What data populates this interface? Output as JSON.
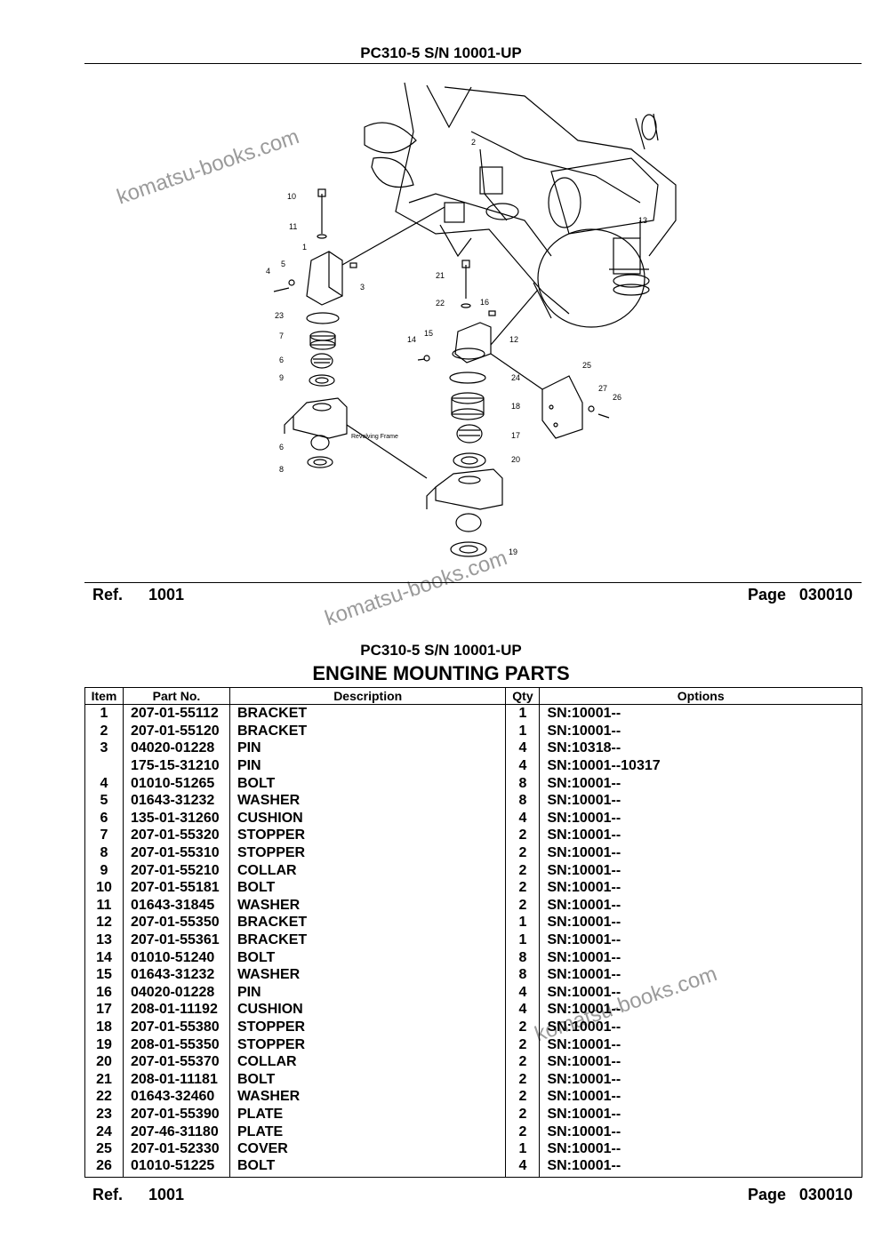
{
  "header": {
    "title": "PC310-5 S/N 10001-UP"
  },
  "diagram_labels": {
    "l1": "1",
    "l2": "2",
    "l3": "3",
    "l4": "4",
    "l5": "5",
    "l6": "6",
    "l6b": "6",
    "l7": "7",
    "l8": "8",
    "l9": "9",
    "l10": "10",
    "l11": "11",
    "l12": "12",
    "l13": "13",
    "l14": "14",
    "l15": "15",
    "l16": "16",
    "l17": "17",
    "l18": "18",
    "l19": "19",
    "l20": "20",
    "l21": "21",
    "l22": "22",
    "l23": "23",
    "l24": "24",
    "l25": "25",
    "l26": "26",
    "l27": "27",
    "frame_en": "Revolving Frame"
  },
  "footer1": {
    "ref_label": "Ref.",
    "ref_value": "1001",
    "page_label": "Page",
    "page_value": "030010"
  },
  "section": {
    "model": "PC310-5 S/N 10001-UP",
    "title": "ENGINE MOUNTING PARTS"
  },
  "table": {
    "headers": {
      "item": "Item",
      "part": "Part No.",
      "desc": "Description",
      "qty": "Qty",
      "opt": "Options"
    },
    "rows": [
      [
        "1",
        "207-01-55112",
        "BRACKET",
        "1",
        "SN:10001--"
      ],
      [
        "2",
        "207-01-55120",
        "BRACKET",
        "1",
        "SN:10001--"
      ],
      [
        "3",
        "04020-01228",
        "PIN",
        "4",
        "SN:10318--"
      ],
      [
        "",
        "175-15-31210",
        "PIN",
        "4",
        "SN:10001--10317"
      ],
      [
        "4",
        "01010-51265",
        "BOLT",
        "8",
        "SN:10001--"
      ],
      [
        "5",
        "01643-31232",
        "WASHER",
        "8",
        "SN:10001--"
      ],
      [
        "6",
        "135-01-31260",
        "CUSHION",
        "4",
        "SN:10001--"
      ],
      [
        "7",
        "207-01-55320",
        "STOPPER",
        "2",
        "SN:10001--"
      ],
      [
        "8",
        "207-01-55310",
        "STOPPER",
        "2",
        "SN:10001--"
      ],
      [
        "9",
        "207-01-55210",
        "COLLAR",
        "2",
        "SN:10001--"
      ],
      [
        "10",
        "207-01-55181",
        "BOLT",
        "2",
        "SN:10001--"
      ],
      [
        "11",
        "01643-31845",
        "WASHER",
        "2",
        "SN:10001--"
      ],
      [
        "12",
        "207-01-55350",
        "BRACKET",
        "1",
        "SN:10001--"
      ],
      [
        "13",
        "207-01-55361",
        "BRACKET",
        "1",
        "SN:10001--"
      ],
      [
        "14",
        "01010-51240",
        "BOLT",
        "8",
        "SN:10001--"
      ],
      [
        "15",
        "01643-31232",
        "WASHER",
        "8",
        "SN:10001--"
      ],
      [
        "16",
        "04020-01228",
        "PIN",
        "4",
        "SN:10001--"
      ],
      [
        "17",
        "208-01-11192",
        "CUSHION",
        "4",
        "SN:10001--"
      ],
      [
        "18",
        "207-01-55380",
        "STOPPER",
        "2",
        "SN:10001--"
      ],
      [
        "19",
        "208-01-55350",
        "STOPPER",
        "2",
        "SN:10001--"
      ],
      [
        "20",
        "207-01-55370",
        "COLLAR",
        "2",
        "SN:10001--"
      ],
      [
        "21",
        "208-01-11181",
        "BOLT",
        "2",
        "SN:10001--"
      ],
      [
        "22",
        "01643-32460",
        "WASHER",
        "2",
        "SN:10001--"
      ],
      [
        "23",
        "207-01-55390",
        "PLATE",
        "2",
        "SN:10001--"
      ],
      [
        "24",
        "207-46-31180",
        "PLATE",
        "2",
        "SN:10001--"
      ],
      [
        "25",
        "207-01-52330",
        "COVER",
        "1",
        "SN:10001--"
      ],
      [
        "26",
        "01010-51225",
        "BOLT",
        "4",
        "SN:10001--"
      ]
    ]
  },
  "footer2": {
    "ref_label": "Ref.",
    "ref_value": "1001",
    "page_label": "Page",
    "page_value": "030010"
  },
  "watermark": "komatsu-books.com"
}
